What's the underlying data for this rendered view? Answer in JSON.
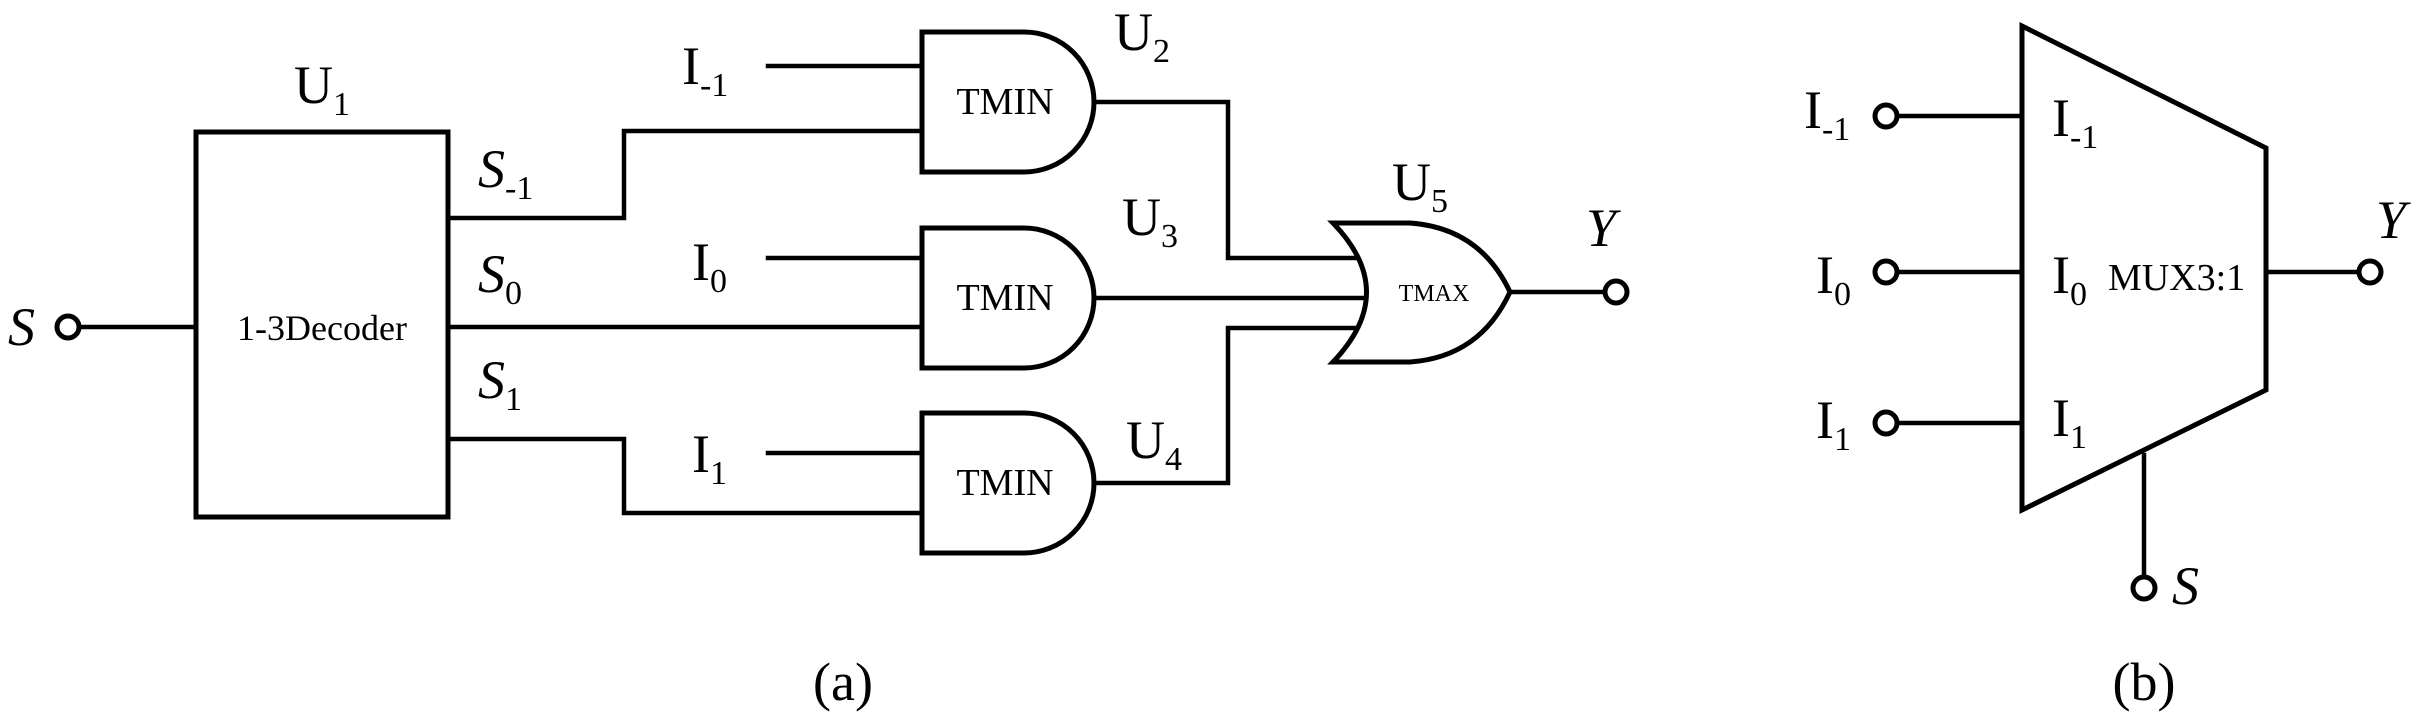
{
  "colors": {
    "stroke": "#000000",
    "background": "#ffffff"
  },
  "panel_a": {
    "caption": "(a)",
    "decoder": {
      "name": "U",
      "sub": "1",
      "label": "1-3Decoder"
    },
    "input": {
      "name": "S"
    },
    "selects": [
      {
        "name": "S",
        "sub": "-1"
      },
      {
        "name": "S",
        "sub": "0"
      },
      {
        "name": "S",
        "sub": "1"
      }
    ],
    "inputs": [
      {
        "name": "I",
        "sub": "-1"
      },
      {
        "name": "I",
        "sub": "0"
      },
      {
        "name": "I",
        "sub": "1"
      }
    ],
    "tmin_gates": [
      {
        "name": "U",
        "sub": "2",
        "label": "TMIN"
      },
      {
        "name": "U",
        "sub": "3",
        "label": "TMIN"
      },
      {
        "name": "U",
        "sub": "4",
        "label": "TMIN"
      }
    ],
    "tmax_gate": {
      "name": "U",
      "sub": "5",
      "label": "TMAX"
    },
    "output": {
      "name": "Y"
    }
  },
  "panel_b": {
    "caption": "(b)",
    "mux_label": "MUX3:1",
    "inputs": [
      {
        "name": "I",
        "sub": "-1"
      },
      {
        "name": "I",
        "sub": "0"
      },
      {
        "name": "I",
        "sub": "1"
      }
    ],
    "select": {
      "name": "S"
    },
    "output": {
      "name": "Y"
    }
  }
}
